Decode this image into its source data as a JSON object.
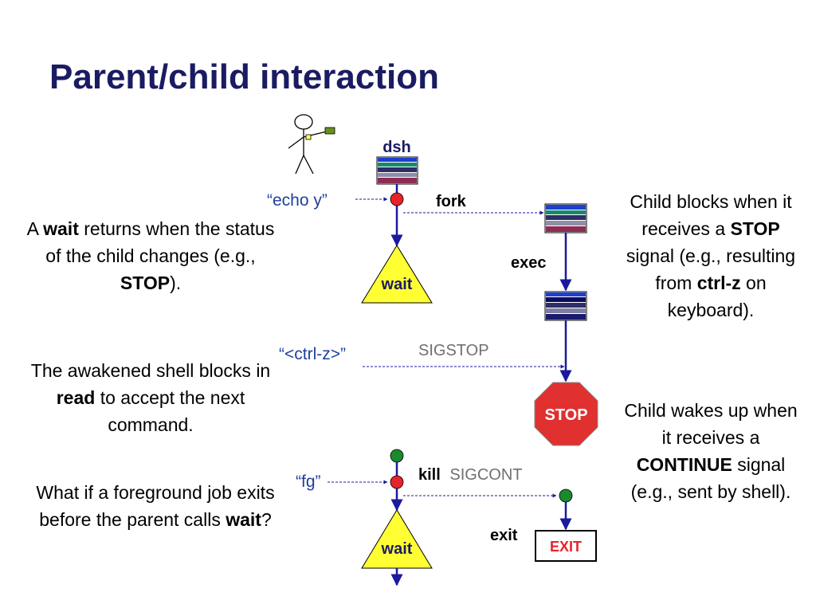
{
  "title": "Parent/child interaction",
  "left_notes": {
    "wait_returns": {
      "t1": "A ",
      "b1": "wait",
      "t2": " returns when the status of the child changes (e.g., ",
      "b2": "STOP",
      "t3": ")."
    },
    "awakened_shell": {
      "t1": "The awakened shell blocks in ",
      "b1": "read",
      "t2": " to accept the next command."
    },
    "foreground_exit": {
      "t1": "What if a foreground job exits before the parent calls ",
      "b1": "wait",
      "t2": "?"
    }
  },
  "right_notes": {
    "child_blocks": {
      "t1": "Child blocks when it receives a ",
      "b1": "STOP",
      "t2": " signal (e.g., resulting from ",
      "b2": "ctrl-z",
      "t3": " on keyboard)."
    },
    "child_wakes": {
      "t1": "Child wakes up when it receives a ",
      "b1": "CONTINUE",
      "t2": " signal (e.g., sent by shell)."
    }
  },
  "diagram": {
    "shell_label": "dsh",
    "input_echo": "“echo y”",
    "input_ctrlz": "“<ctrl-z>”",
    "input_fg": "“fg”",
    "fork_label": "fork",
    "exec_label": "exec",
    "wait_label_1": "wait",
    "wait_label_2": "wait",
    "sigstop_label": "SIGSTOP",
    "stop_sign_label": "STOP",
    "kill_label": "kill",
    "sigcont_label": "SIGCONT",
    "exit_label": "exit",
    "exit_box_label": "EXIT",
    "colors": {
      "title": "#1b1b63",
      "line_blue": "#1a1a9e",
      "input_blue": "#1f3f9f",
      "dot_red": "#e8222a",
      "dot_green": "#1a8a2e",
      "wait_yellow": "#ffff33",
      "stop_red": "#e03030",
      "gray_label": "#707070"
    }
  }
}
